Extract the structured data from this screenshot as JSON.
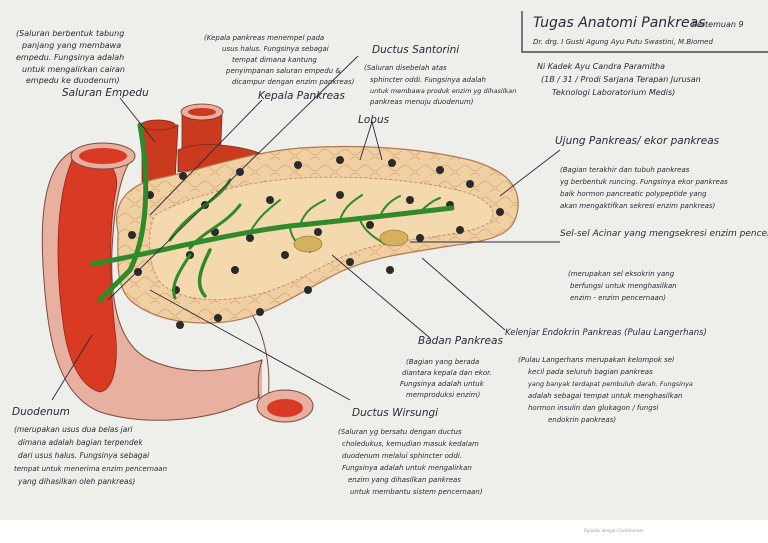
{
  "title_box": {
    "title": "Tugas Anatomi Pankreas",
    "meeting": "Pertemuan 9",
    "lecturer": "Dr. drg. I Gusti Agung Ayu Putu Swastini, M.Biomed"
  },
  "student": {
    "name": "Ni Kadek Ayu Candra Paramitha",
    "line2": "(1B / 31 / Prodi Sarjana Terapan Jurusan",
    "line3": "Teknologi Laboratorium Medis)"
  },
  "labels": {
    "saluran_empedu": {
      "title": "Saluran Empedu",
      "lines": [
        "(Saluran berbentuk tabung",
        "panjang yang membawa",
        "empedu. Fungsinya adalah",
        "untuk mengalirkan cairan",
        "empedu ke duodenum)"
      ]
    },
    "kepala": {
      "title": "Kepala Pankreas",
      "lines": [
        "(Kepala pankreas menempel pada",
        "usus halus. Fungsinya sebagai",
        "tempat dimana kantung",
        "penyimpanan saluran empedu &",
        "dicampur dengan enzim pankreas)"
      ]
    },
    "santorini": {
      "title": "Ductus Santorini",
      "lines": [
        "(Saluran disebelah atas",
        "sphincter oddi. Fungsinya adalah",
        "untuk membawa produk enzim yg dihasilkan",
        "pankreas menuju duodenum)"
      ]
    },
    "lobus": {
      "title": "Lobus"
    },
    "ekor": {
      "title": "Ujung Pankreas/ ekor pankreas",
      "lines": [
        "(Bagian terakhir dan tubuh pankreas",
        "yg berbentuk runcing. Fungsinya ekor pankreas",
        "baik hormon pancreatic polypeptide yang",
        "akan mengaktifkan sekresi enzim pankreas)"
      ]
    },
    "asinar": {
      "title": "Sel-sel Acinar yang mengsekresi enzim pencernaan",
      "lines": [
        "(merupakan sel eksokrin yang",
        "berfungsi untuk menghasilkan",
        "enzim - enzim pencernaan)"
      ]
    },
    "langerhans": {
      "title": "Kelenjar Endokrin Pankreas (Pulau Langerhans)",
      "lines": [
        "(Pulau Langerhans merupakan kelompok sel",
        "kecil pada seluruh bagian pankreas",
        "yang banyak terdapat pembuluh darah. Fungsinya",
        "adalah sebagai tempat untuk menghasilkan",
        "hormon insulin dan glukagon / fungsi",
        "endokrin pankreas)"
      ]
    },
    "badan": {
      "title": "Badan Pankreas",
      "lines": [
        "(Bagian yang berada",
        "diantara kepala dan ekor.",
        "Fungsinya adalah untuk",
        "memproduksi enzim)"
      ]
    },
    "wirsungi": {
      "title": "Ductus Wirsungi",
      "lines": [
        "(Saluran yg bersatu dengan ductus",
        "choledukus, kemudian masuk kedalam",
        "duodenum melalui sphincter oddi.",
        "Fungsinya adalah untuk mengalirkan",
        "enzim yang dihasilkan pankreas",
        "untuk membantu sistem pencernaan)"
      ]
    },
    "duodenum": {
      "title": "Duodenum",
      "lines": [
        "(merupakan usus dua belas jari",
        "dimana adalah bagian terpendek",
        "dari usus halus. Fungsinya sebagai",
        "tempat untuk menerima enzim pencernaan",
        "yang dihasilkan oleh pankreas)"
      ]
    }
  },
  "footer": "Dipindai dengan CamScanner",
  "colors": {
    "paper": "#eeeeea",
    "pancreas": "#f0cfa2",
    "duodenum_outer": "#e8b0a0",
    "duodenum_inner": "#d93a24",
    "vessel": "#c93a1f",
    "duct": "#2f8a2a",
    "ink": "#2a2a3a"
  }
}
